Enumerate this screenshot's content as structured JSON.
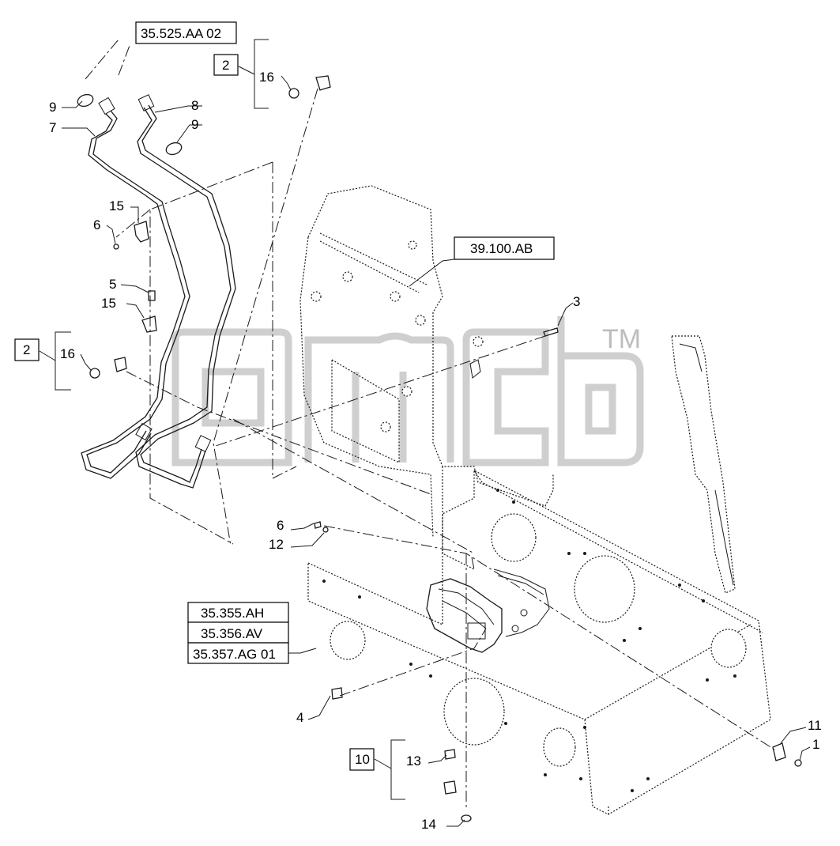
{
  "references": {
    "hose_kit": "35.525.AA 02",
    "frame": "39.100.AB",
    "valve_1": "35.355.AH",
    "valve_2": "35.356.AV",
    "valve_3": "35.357.AG 01"
  },
  "kits": {
    "kit_top": "2",
    "kit_left": "2",
    "kit_bottom": "10"
  },
  "callouts": {
    "c1": "1",
    "c3": "3",
    "c4": "4",
    "c5": "5",
    "c6_top": "6",
    "c6_mid": "6",
    "c7": "7",
    "c8": "8",
    "c9_left": "9",
    "c9_right": "9",
    "c11": "11",
    "c12": "12",
    "c13": "13",
    "c14": "14",
    "c15_top": "15",
    "c15_mid": "15",
    "c16_top": "16",
    "c16_left": "16"
  },
  "watermark": {
    "trademark": "TM"
  }
}
